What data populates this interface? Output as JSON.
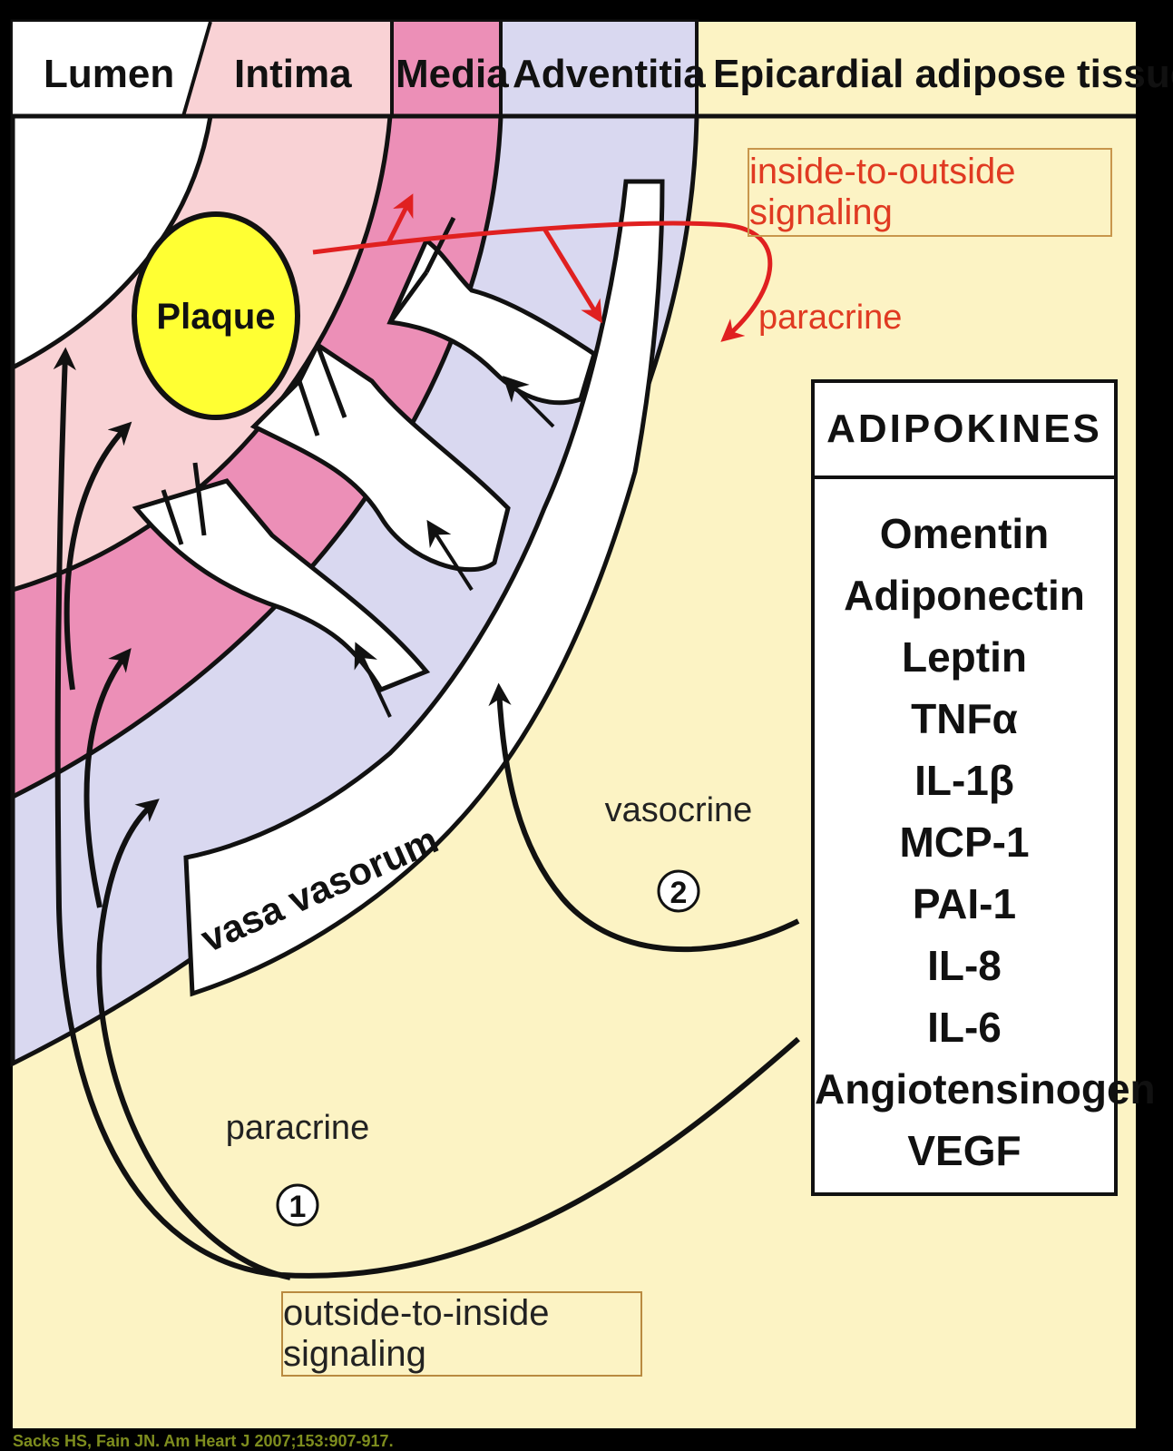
{
  "header": {
    "lumen": "Lumen",
    "intima": "Intima",
    "media": "Media",
    "adventitia": "Adventitia",
    "epicardial": "Epicardial adipose tissue"
  },
  "plaque_label": "Plaque",
  "vasa_vasorum_label": "vasa vasorum",
  "inside_signaling_label": "inside-to-outside signaling",
  "paracrine_top_label": "paracrine",
  "vasocrine_label": "vasocrine",
  "vasocrine_number": "2",
  "paracrine_bottom_label": "paracrine",
  "paracrine_number": "1",
  "outside_signaling_label": "outside-to-inside signaling",
  "adipokines": {
    "title": "ADIPOKINES",
    "items": [
      "Omentin",
      "Adiponectin",
      "Leptin",
      "TNFα",
      "IL-1β",
      "MCP-1",
      "PAI-1",
      "IL-8",
      "IL-6",
      "Angiotensinogen",
      "VEGF"
    ]
  },
  "citation": "Sacks HS, Fain JN. Am Heart J 2007;153:907-917.",
  "colors": {
    "lumen": "#ffffff",
    "intima": "#f9d2d5",
    "media": "#ec8fb7",
    "adventitia": "#d9d8f0",
    "epicardial": "#fcf3c4",
    "plaque": "#ffff33",
    "signal_red": "#e02020",
    "arrow": "#111111"
  }
}
